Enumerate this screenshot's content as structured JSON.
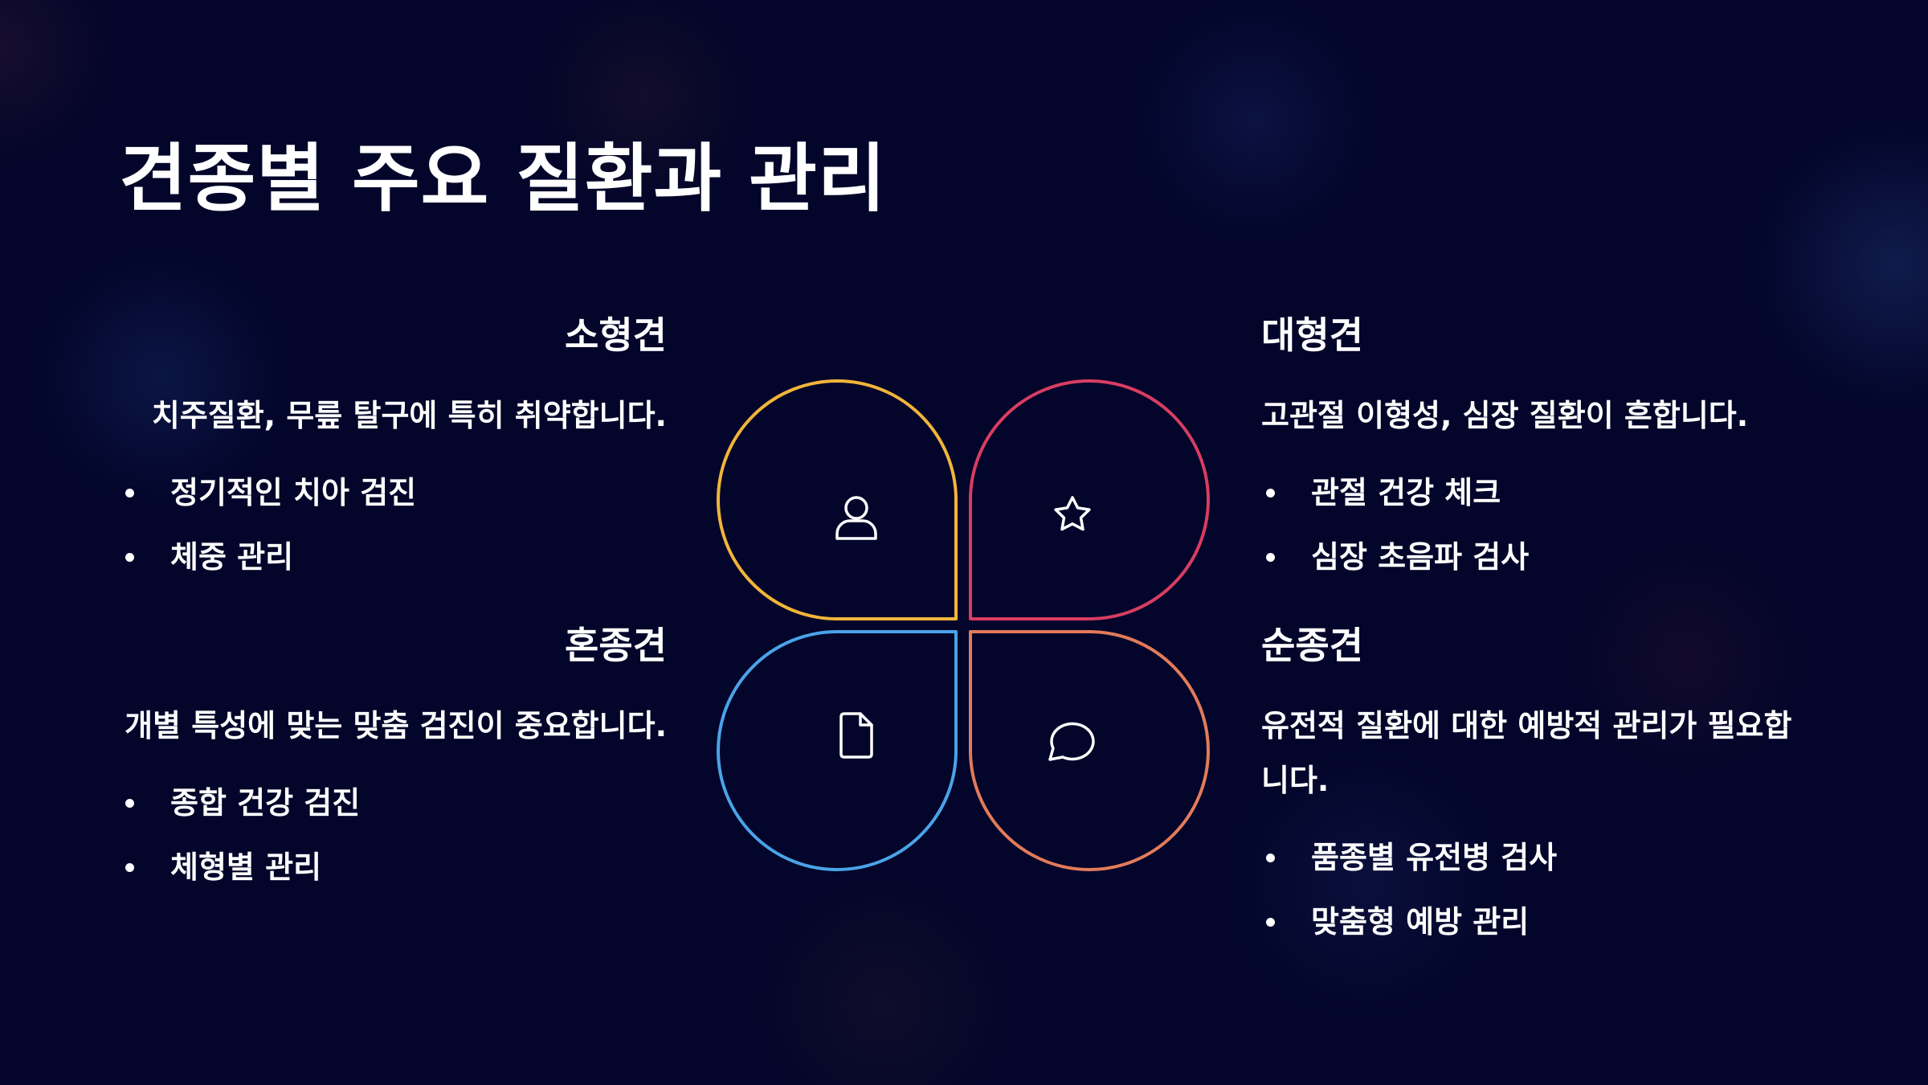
{
  "title": "견종별 주요 질환과 관리",
  "colors": {
    "background": "#03052a",
    "yellow": "#f2b53a",
    "pink": "#d83d63",
    "blue": "#4aa3e8",
    "orange": "#e27b5a"
  },
  "sections": {
    "small": {
      "heading": "소형견",
      "description": "치주질환, 무릎 탈구에 특히 취약합니다.",
      "bullets": [
        "정기적인 치아 검진",
        "체중 관리"
      ],
      "icon": "person-icon"
    },
    "large": {
      "heading": "대형견",
      "description": "고관절 이형성, 심장 질환이 흔합니다.",
      "bullets": [
        "관절 건강 체크",
        "심장 초음파 검사"
      ],
      "icon": "star-icon"
    },
    "mixed": {
      "heading": "혼종견",
      "description": "개별 특성에 맞는 맞춤 검진이 중요합니다.",
      "bullets": [
        "종합 건강 검진",
        "체형별 관리"
      ],
      "icon": "document-icon"
    },
    "purebred": {
      "heading": "순종견",
      "description": "유전적 질환에 대한 예방적 관리가 필요합니다.",
      "bullets": [
        "품종별 유전병 검사",
        "맞춤형 예방 관리"
      ],
      "icon": "chat-bubble-icon"
    }
  }
}
